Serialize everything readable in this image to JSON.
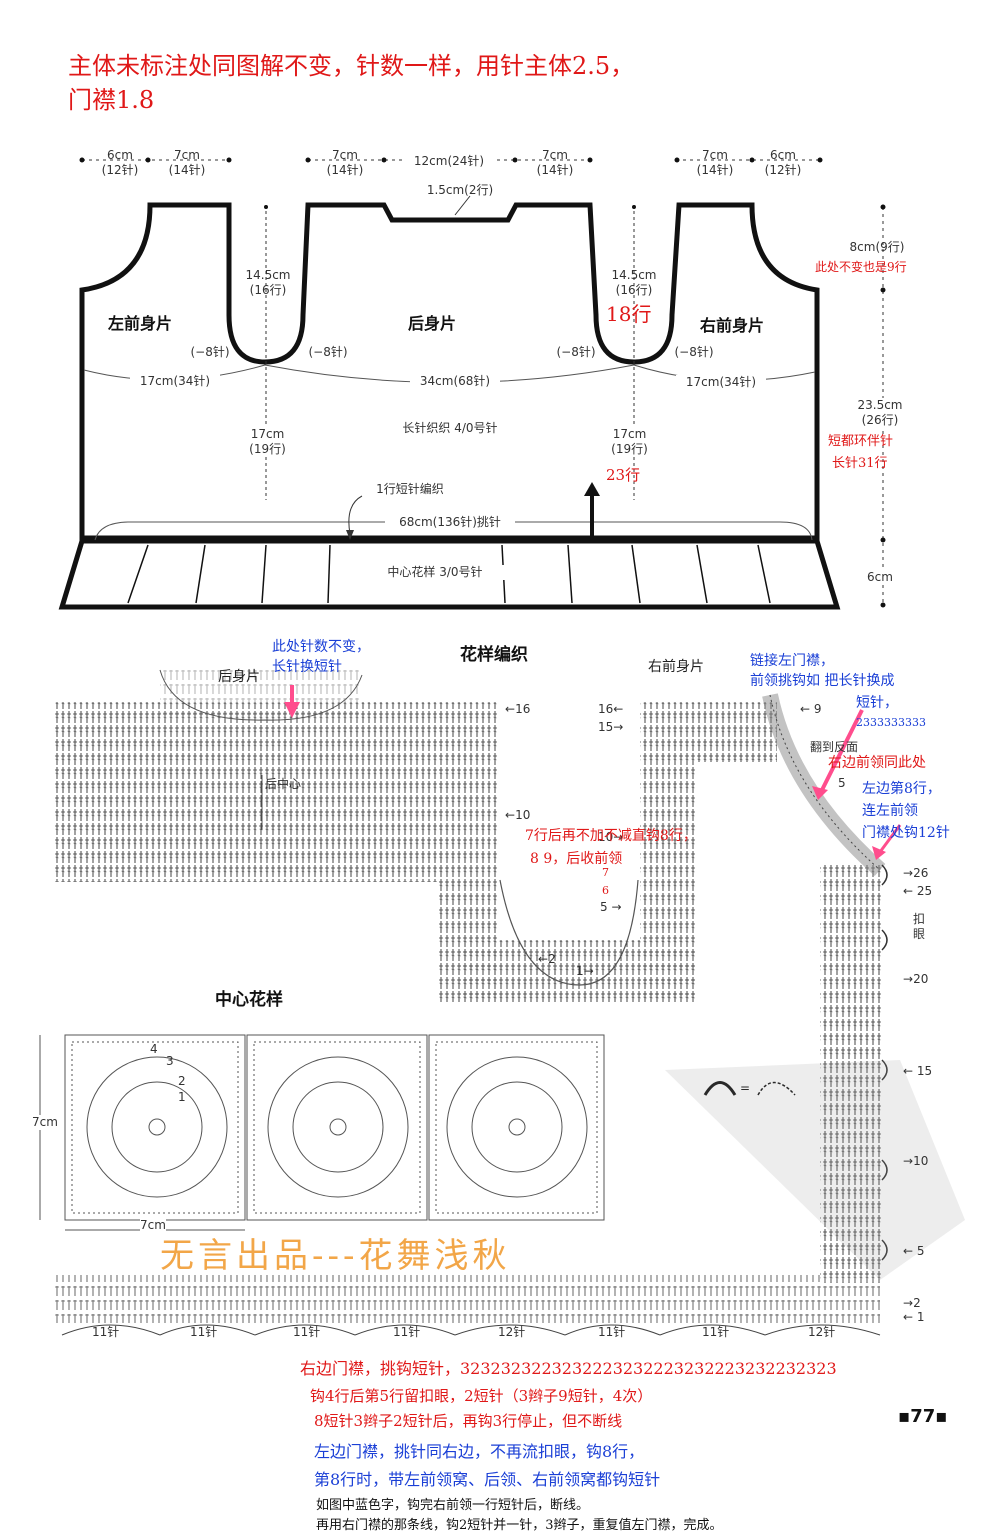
{
  "notes": {
    "top_red_1": "主体未标注处同图解不变，针数一样，用针主体2.5，",
    "top_red_2": "门襟1.8",
    "red_8cm": "此处不变也是9行",
    "red_18": "18行",
    "red_23": "23行",
    "red_short": "短都环伴针",
    "red_long": "长针31行",
    "blue_back": "此处针数不变，",
    "blue_back2": "长针换短针",
    "blue_right1": "链接左门襟，",
    "blue_right2": "前领挑钩如 把长针换成",
    "blue_right3": "短针，",
    "blue_right4": "2333333333",
    "red_right_collar": "右边前领同此处",
    "blue_left8_1": "左边第8行，",
    "blue_left8_2": "连左前领",
    "blue_left8_3": "门襟处钩12针",
    "red_mid_1": "7行后再不加不减直钩8行，",
    "red_mid_2": "8  9，后收前领",
    "red_7": "7",
    "red_6": "6",
    "bottom_red_1": "右边门襟，挑钩短针，3232323223232223232223232223232232323",
    "bottom_red_2": "钩4行后第5行留扣眼，2短针（3辫子9短针，4次）",
    "bottom_red_3": "8短针3辫子2短针后，再钩3行停止，但不断线",
    "bottom_blue_1": "左边门襟，挑针同右边，不再流扣眼，钩8行，",
    "bottom_blue_2": "第8行时，带左前领窝、后领、右前领窝都钩短针",
    "bottom_black_1": "如图中蓝色字，钩完右前领一行短针后，断线。",
    "bottom_black_2": "再用右门襟的那条线，钩2短针并一针，3辫子，重复值左门襟，完成。",
    "watermark": "无言出品---花舞浅秋",
    "page_number": "77"
  },
  "schematic": {
    "top_dims": [
      {
        "cm": "6cm",
        "st": "(12针)"
      },
      {
        "cm": "7cm",
        "st": "(14针)"
      },
      {
        "cm": "7cm",
        "st": "(14针)"
      },
      {
        "cm": "12cm(24针)",
        "st": ""
      },
      {
        "cm": "7cm",
        "st": "(14针)"
      },
      {
        "cm": "7cm",
        "st": "(14针)"
      },
      {
        "cm": "6cm",
        "st": "(12针)"
      }
    ],
    "neck_dim": "1.5cm(2行)",
    "armhole_l": {
      "cm": "14.5cm",
      "rows": "(16行)"
    },
    "armhole_r": {
      "cm": "14.5cm",
      "rows": "(16行)"
    },
    "left_front": "左前身片",
    "back": "后身片",
    "right_front": "右前身片",
    "dec": "(−8针)",
    "w_left": "17cm(34针)",
    "w_back": "34cm(68针)",
    "w_right": "17cm(34针)",
    "body_l": {
      "cm": "17cm",
      "rows": "(19行)"
    },
    "body_r": {
      "cm": "17cm",
      "rows": "(19行)"
    },
    "stitch_note": "长针织织  4/0号针",
    "short_row": "1行短针编织",
    "pickup": "68cm(136针)挑针",
    "band": "中心花样  3/0号针",
    "right_8cm": "8cm(9行)",
    "right_235_1": "23.5cm",
    "right_235_2": "(26行)",
    "right_6cm": "6cm"
  },
  "chart": {
    "title": "花样编织",
    "back_label": "后身片",
    "right_front_label": "右前身片",
    "back_center": "后中心",
    "turn": "翻到反面",
    "buttonhole": "扣\n眼",
    "center_pattern": "中心花样",
    "cm7_side": "7cm",
    "cm7_bottom": "7cm",
    "row_labels": [
      "16",
      "10",
      "16",
      "15",
      "10",
      "9",
      "5",
      "5",
      "2",
      "1",
      "26",
      "25",
      "20",
      "15",
      "10",
      "5",
      "2",
      "1"
    ],
    "motif_nums": [
      "4",
      "3",
      "2",
      "1"
    ],
    "repeats": [
      "11针",
      "11针",
      "11针",
      "11针",
      "12针",
      "11针",
      "11针",
      "12针"
    ]
  },
  "colors": {
    "red": "#e01818",
    "blue": "#1a3fd6",
    "pink": "#ff4d8d",
    "orange": "#f2a648"
  }
}
